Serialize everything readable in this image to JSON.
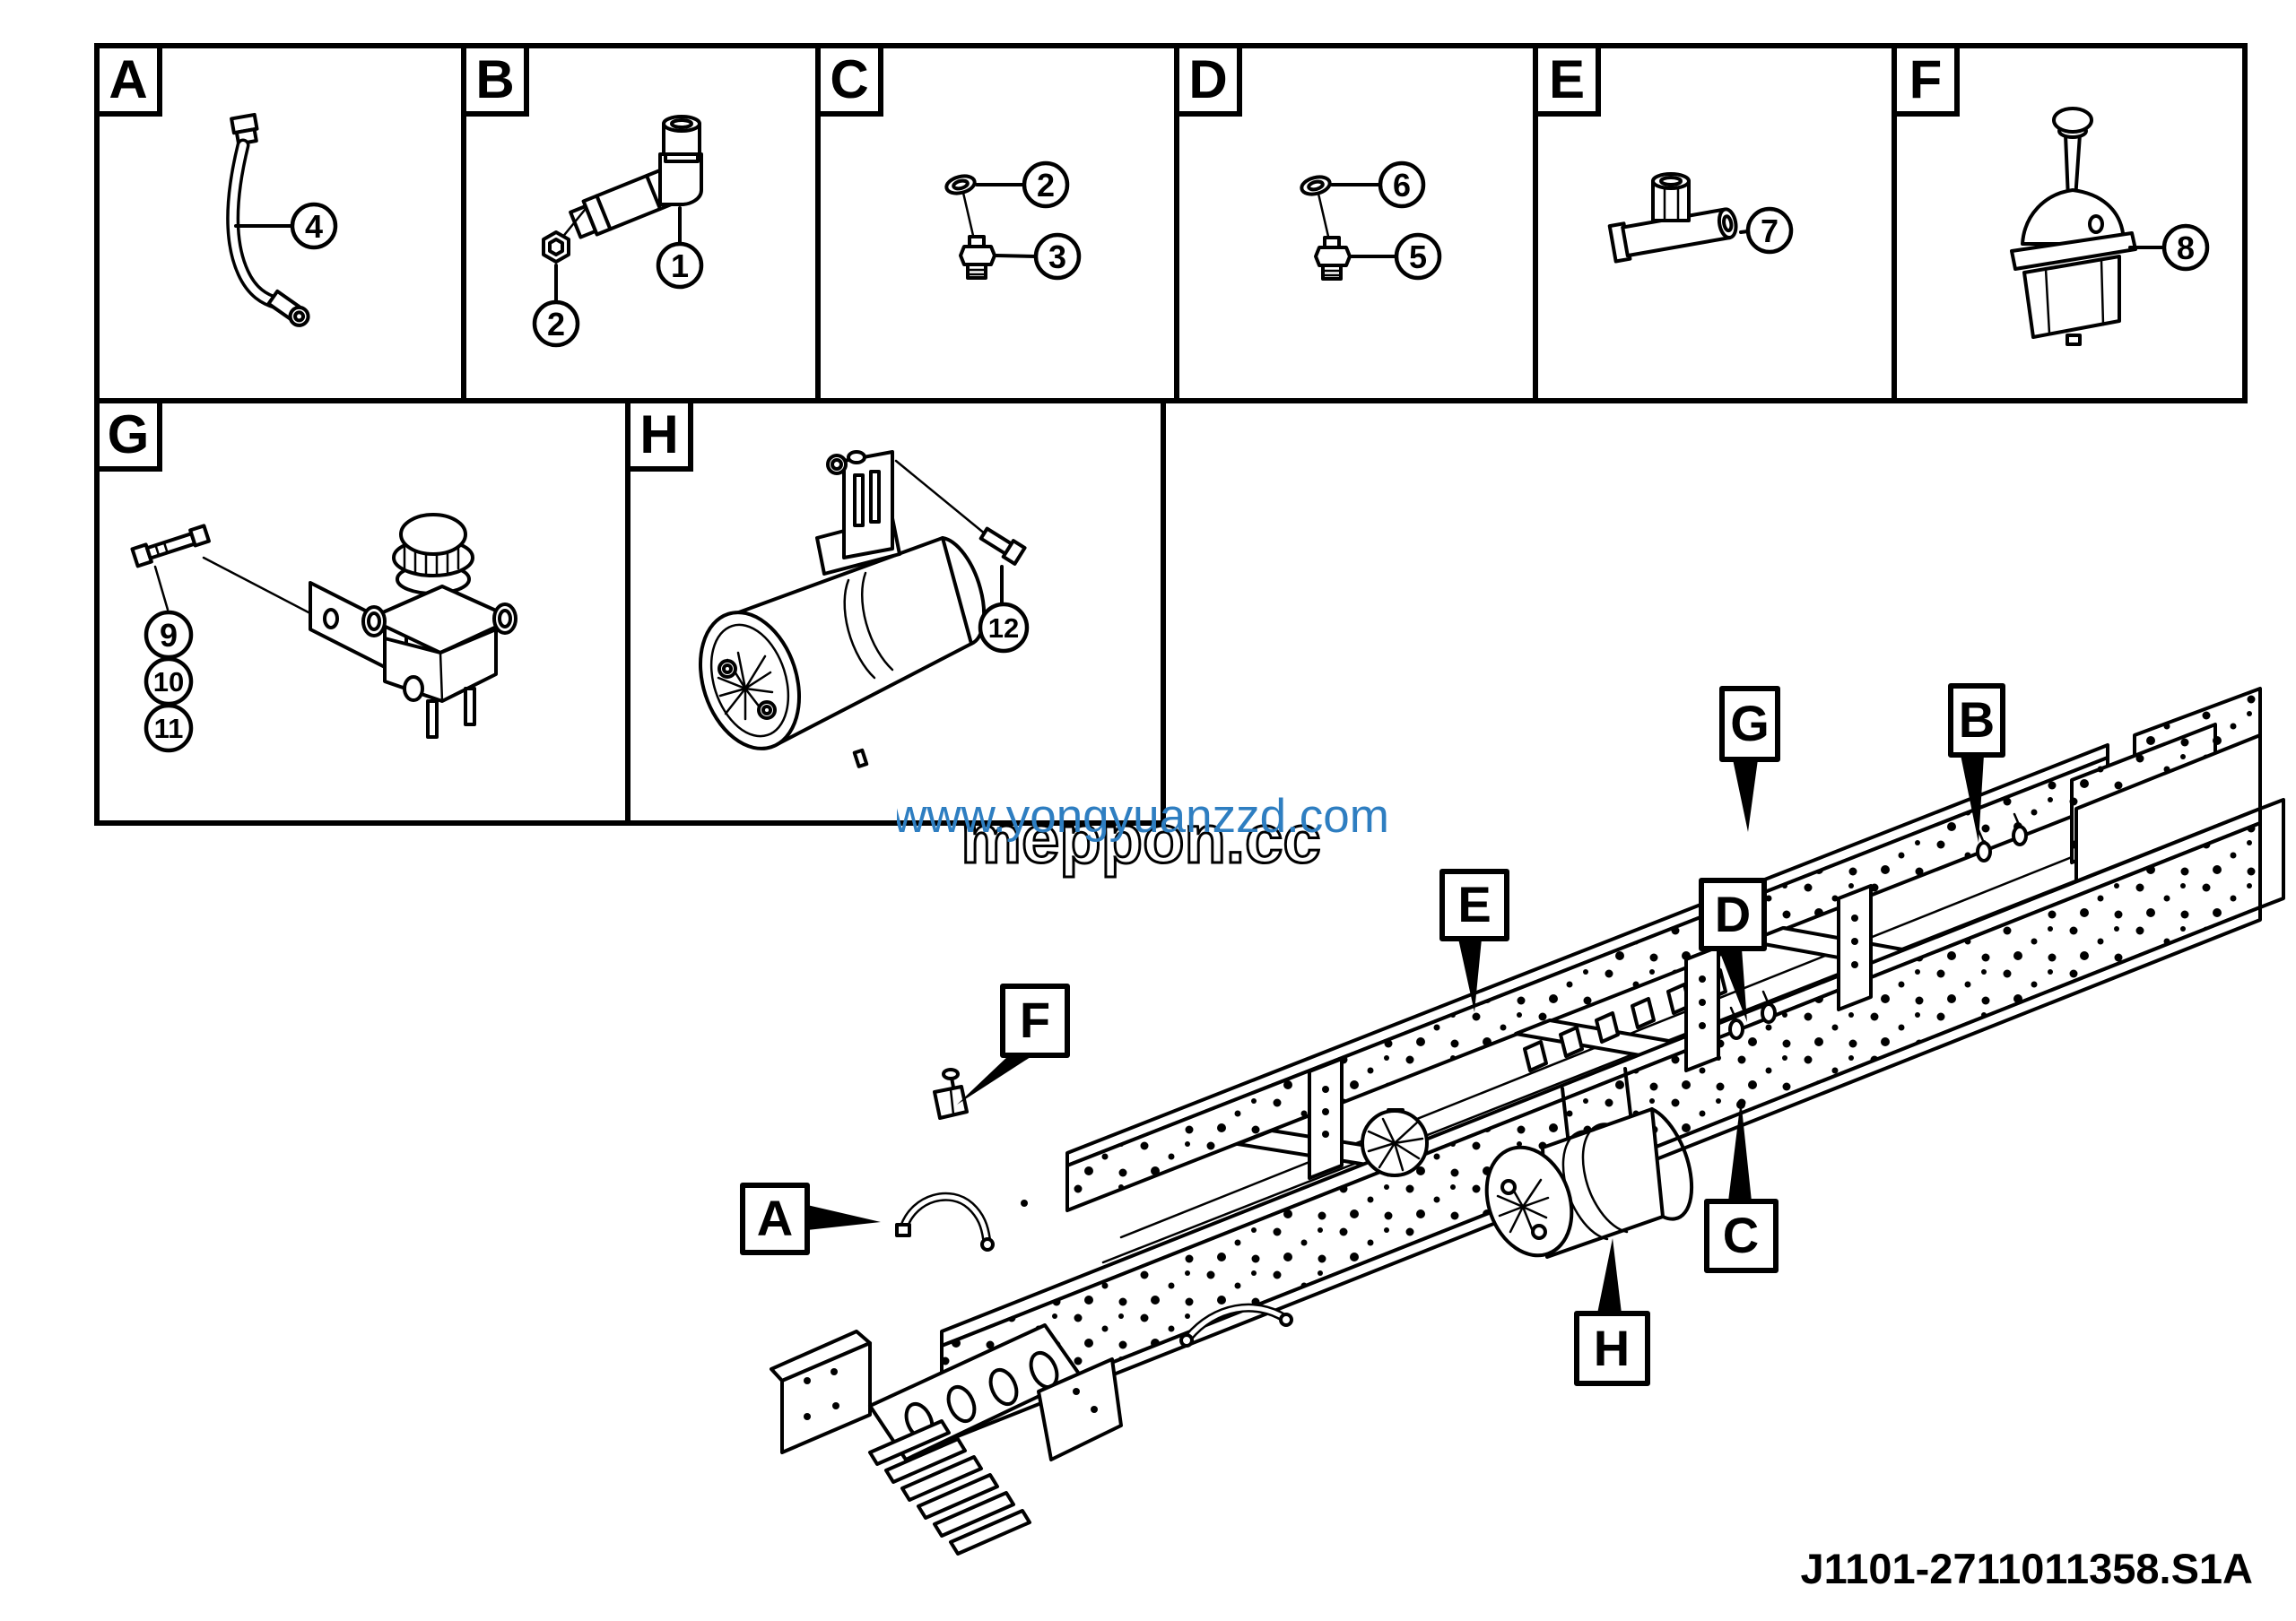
{
  "page": {
    "background": "#ffffff",
    "line_color": "#000000",
    "part_number": "J1101-2711011358.S1A",
    "watermark": {
      "url_text": "www.yongyuanzzd.com",
      "site_text": "meppon.cc",
      "blue": "#2E7EC1"
    }
  },
  "panels": [
    {
      "letter": "A",
      "callouts": [
        "4"
      ]
    },
    {
      "letter": "B",
      "callouts": [
        "1",
        "2"
      ]
    },
    {
      "letter": "C",
      "callouts": [
        "2",
        "3"
      ]
    },
    {
      "letter": "D",
      "callouts": [
        "6",
        "5"
      ]
    },
    {
      "letter": "E",
      "callouts": [
        "7"
      ]
    },
    {
      "letter": "F",
      "callouts": [
        "8"
      ]
    },
    {
      "letter": "G",
      "callouts": [
        "9",
        "10",
        "11"
      ]
    },
    {
      "letter": "H",
      "callouts": [
        "12"
      ]
    }
  ],
  "chassis_labels": [
    {
      "letter": "G"
    },
    {
      "letter": "B"
    },
    {
      "letter": "E"
    },
    {
      "letter": "D"
    },
    {
      "letter": "F"
    },
    {
      "letter": "A"
    },
    {
      "letter": "C"
    },
    {
      "letter": "H"
    }
  ]
}
